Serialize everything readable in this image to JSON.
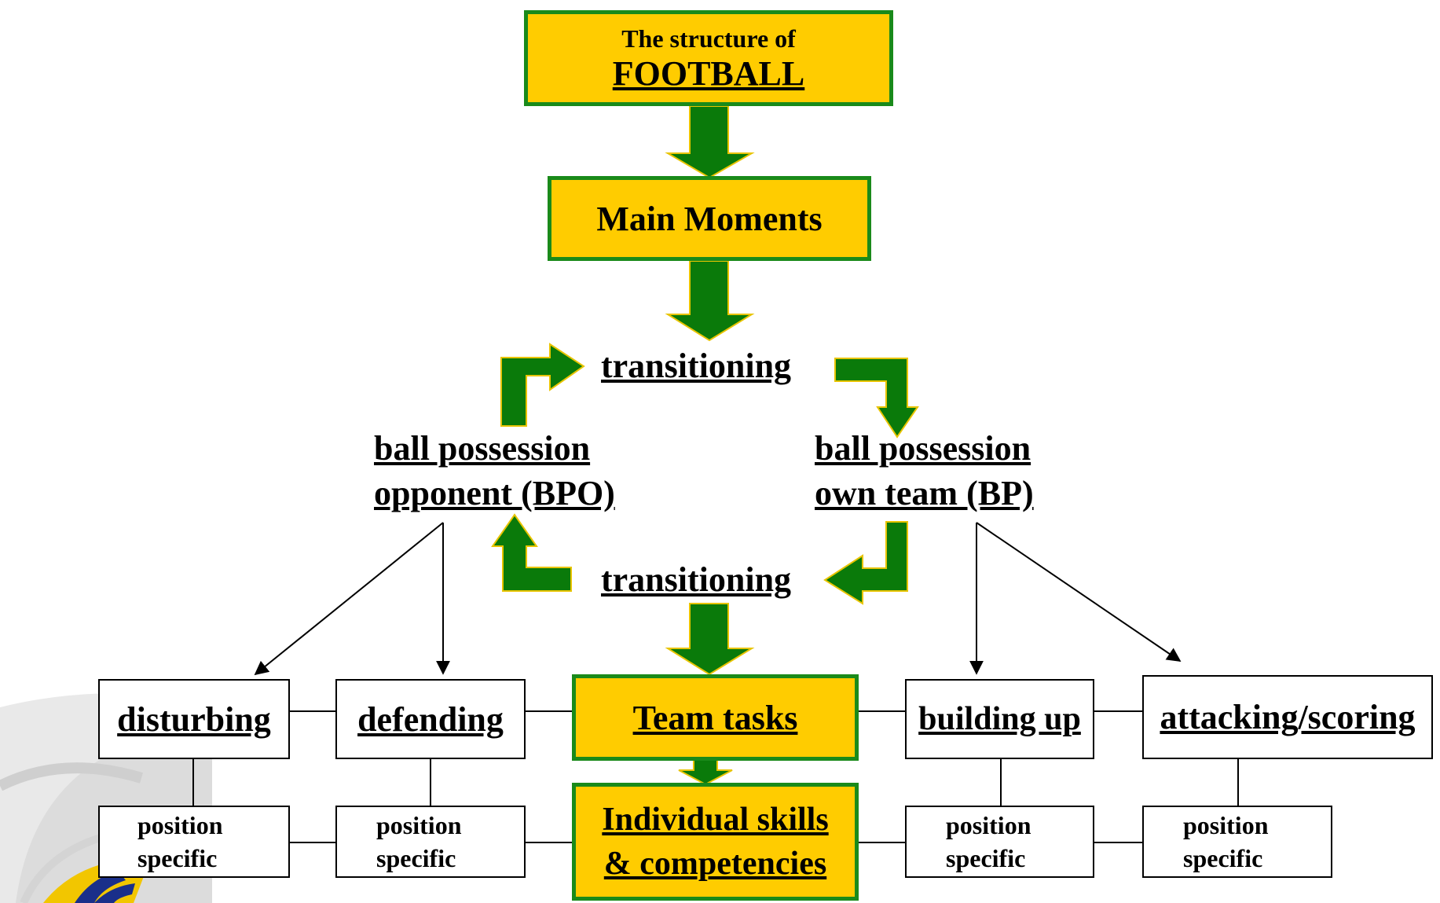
{
  "title": {
    "line1": "The structure of",
    "line2": "FOOTBALL"
  },
  "main_moments": "Main Moments",
  "transitioning_top": "transitioning",
  "transitioning_bottom": "transitioning",
  "bpo": {
    "line1": "ball possession",
    "line2": "opponent (BPO) "
  },
  "bp": {
    "line1": "ball possession",
    "line2": "own team (BP)"
  },
  "team_tasks": "Team tasks",
  "individual": {
    "line1": "Individual skills",
    "line2": "& competencies"
  },
  "tasks": {
    "disturbing": "disturbing",
    "defending": "defending",
    "building_up": "building up",
    "attacking": "attacking/scoring"
  },
  "position_specific": {
    "line1": "position",
    "line2": "specific"
  },
  "colors": {
    "box_fill": "#ffcc00",
    "box_border": "#1a8a1a",
    "arrow_fill": "#0a7a0a",
    "arrow_stroke": "#e8c400"
  },
  "logo": {
    "icon": "football-association-logo"
  }
}
